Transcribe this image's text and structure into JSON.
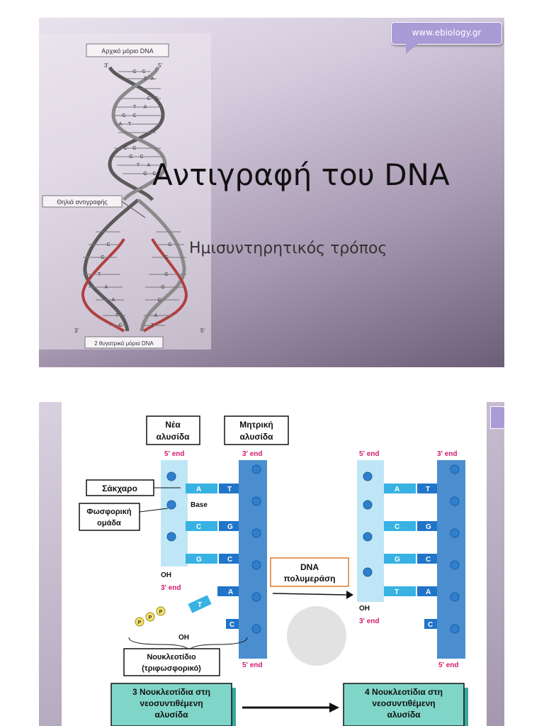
{
  "slide1": {
    "badge_text": "www.ebiology.gr",
    "title": "Αντιγραφή του DNA",
    "subtitle": "Ημισυντηρητικός τρόπος",
    "figure": {
      "top_label": "Αρχικό μόριο DNA",
      "fork_label": "Θηλιά αντιγραφής",
      "bottom_label": "2 θυγατρικά μόρια DNA",
      "end3": "3'",
      "end5": "5'",
      "bases": [
        "G",
        "C",
        "T",
        "A",
        "C",
        "G",
        "T",
        "A",
        "G",
        "C",
        "A",
        "T",
        "C",
        "G",
        "G",
        "C",
        "T",
        "A",
        "G",
        "C",
        "C",
        "G",
        "T",
        "A",
        "A",
        "T",
        "C",
        "G",
        "C",
        "G",
        "G",
        "C",
        "A",
        "T",
        "T",
        "A",
        "C",
        "G",
        "A",
        "T"
      ]
    }
  },
  "slide2": {
    "new_strand_label": "Νέα αλυσίδα",
    "parent_strand_label": "Μητρική αλυσίδα",
    "end_5": "5' end",
    "end_3": "3' end",
    "sugar_label": "Σάκχαρο",
    "phosphate_label": "Φωσφορική ομάδα",
    "base_label": "Base",
    "oh_label": "OH",
    "p_label": "P",
    "polymerase_label": "DNA πολυμεράση",
    "nucleotide_label": "Νουκλεοτίδιο (τριφωσφορικό)",
    "box_left": "3 Νουκλεοτίδια στη νεοσυντιθέμενη αλυσίδα",
    "box_right": "4 Νουκλεοτίδια στη νεοσυντιθέμενη αλυσίδα",
    "pairs_before": [
      [
        "A",
        "T"
      ],
      [
        "C",
        "G"
      ],
      [
        "G",
        "C"
      ]
    ],
    "incoming": [
      "T",
      "A"
    ],
    "unpaired": "C",
    "pairs_after": [
      [
        "A",
        "T"
      ],
      [
        "C",
        "G"
      ],
      [
        "G",
        "C"
      ],
      [
        "T",
        "A"
      ]
    ]
  }
}
